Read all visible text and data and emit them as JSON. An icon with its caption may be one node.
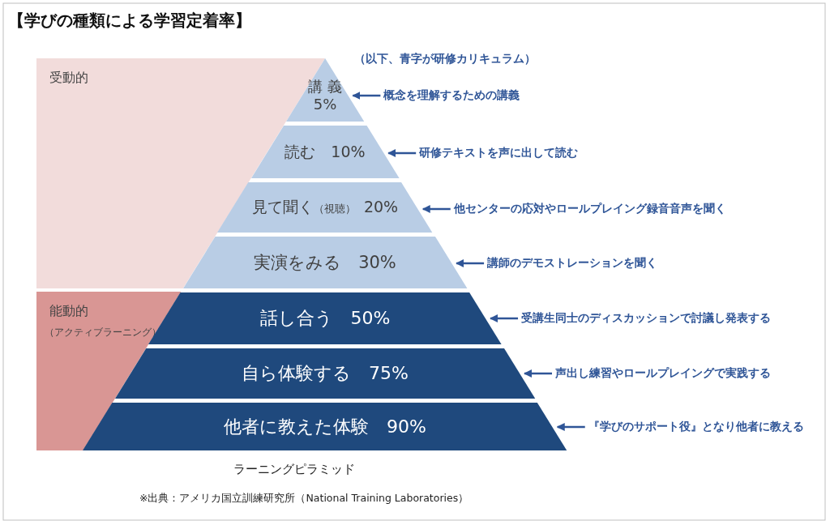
{
  "diagram": {
    "title": "【学びの種類による学習定着率】",
    "nodes": [
      {
        "text": [
          "受動的"
        ]
      },
      {
        "text": [
          "能動的",
          "（アクティブラーニング）"
        ]
      },
      {
        "text": [
          "講 義 5%"
        ]
      },
      {
        "text": [
          "読む　10%"
        ]
      },
      {
        "text": [
          "見て聞く",
          "（視聴）",
          "20%"
        ]
      },
      {
        "text": [
          "実演をみる　30%"
        ]
      },
      {
        "text": [
          "話し合う　50%"
        ]
      },
      {
        "text": [
          "自ら体験する　75%"
        ]
      },
      {
        "text": [
          "他者に教えた体験　90%"
        ]
      },
      {
        "text": [
          "概念を理解するための講義"
        ]
      },
      {
        "text": [
          "研修テキストを声に出して読む"
        ]
      },
      {
        "text": [
          "他センターの応対やロールプレイング録音音声を聞く"
        ]
      },
      {
        "text": [
          "講師のデモストレーションを聞く"
        ]
      },
      {
        "text": [
          "受講生同士のディスカッションで討議し発表する"
        ]
      },
      {
        "text": [
          "声出し練習やロールプレイングで実践する"
        ]
      },
      {
        "text": [
          "『学びのサポート役』となり他者に教える"
        ]
      }
    ],
    "edges": [
      {
        "from": 9,
        "to": 2,
        "arrow": "to"
      },
      {
        "from": 10,
        "to": 3,
        "arrow": "to"
      },
      {
        "from": 11,
        "to": 4,
        "arrow": "to"
      },
      {
        "from": 12,
        "to": 5,
        "arrow": "to"
      },
      {
        "from": 13,
        "to": 6,
        "arrow": "to"
      },
      {
        "from": 14,
        "to": 7,
        "arrow": "to"
      },
      {
        "from": 15,
        "to": 8,
        "arrow": "to"
      }
    ],
    "labels": [
      "（以下、青字が研修カリキュラム）",
      "ラーニングピラミッド",
      "※出典：アメリカ国立訓練研究所（National Training Laboratories）"
    ]
  }
}
